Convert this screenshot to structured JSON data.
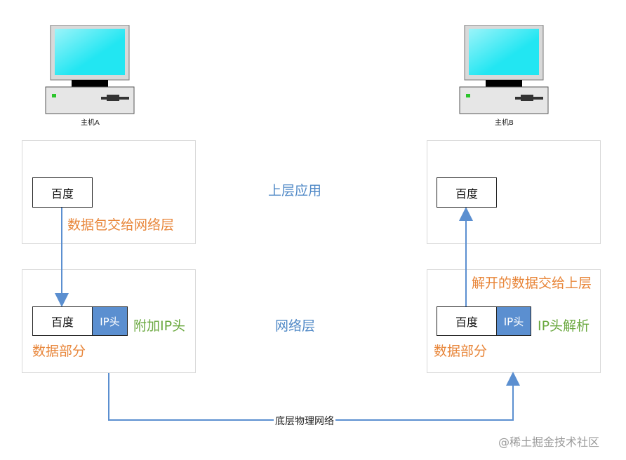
{
  "hosts": {
    "a": {
      "label": "主机A"
    },
    "b": {
      "label": "主机B"
    }
  },
  "layers": {
    "upper": "上层应用",
    "network": "网络层",
    "physical": "底层物理网络"
  },
  "left": {
    "upper_box": "百度",
    "handoff_label": "数据包交给网络层",
    "net_box": "百度",
    "ip_header": "IP头",
    "add_header_label": "附加IP头",
    "data_part_label": "数据部分"
  },
  "right": {
    "upper_box": "百度",
    "unpack_label": "解开的数据交给上层",
    "net_box": "百度",
    "ip_header": "IP头",
    "parse_header_label": "IP头解析",
    "data_part_label": "数据部分"
  },
  "watermark": "@稀土掘金技术社区",
  "colors": {
    "arrow": "#5b8fd0",
    "orange_text": "#e8863a",
    "green_text": "#6aa83f",
    "blue_text": "#4f88c6",
    "ip_header_fill": "#5b8fd0",
    "screen": "#22e6f2"
  },
  "icons": [
    "computer-icon",
    "computer-icon"
  ]
}
